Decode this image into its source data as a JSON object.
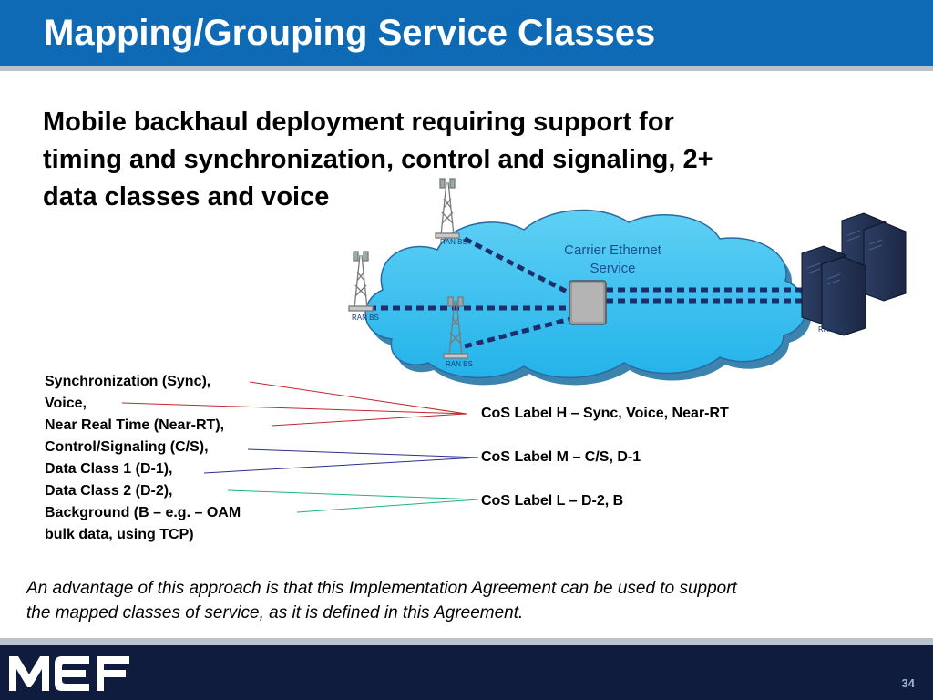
{
  "slide": {
    "title": "Mapping/Grouping Service Classes",
    "heading_lines": [
      "Mobile backhaul deployment requiring support for",
      "timing and synchronization, control and signaling, 2+",
      "data classes and voice"
    ],
    "diagram": {
      "cloud_label_lines": [
        "Carrier Ethernet",
        "Service"
      ],
      "ran_bs_top": "RAN BS",
      "ran_bs_left": "RAN BS",
      "ran_bs_bottom": "RAN BS",
      "ran_nc": "RAN NC"
    },
    "classes": [
      "Synchronization (Sync),",
      "Voice,",
      "Near Real Time (Near-RT),",
      "Control/Signaling (C/S),",
      "Data Class 1 (D-1),",
      "Data Class 2 (D-2),",
      "Background  (B – e.g. – OAM",
      "bulk data, using TCP)"
    ],
    "cos_labels": {
      "high": "CoS Label H – Sync, Voice, Near-RT",
      "medium": "CoS Label M – C/S, D-1",
      "low": "CoS Label L – D-2, B"
    },
    "line_colors": {
      "high": "#c0282d",
      "medium": "#2a2f8f",
      "low": "#1fb37f"
    },
    "footnote_lines": [
      "An advantage of this approach is that this Implementation Agreement can be used to support",
      "the mapped classes of service, as it is defined in this Agreement."
    ],
    "footer": {
      "logo_text": "MEF",
      "page_number": "34"
    }
  }
}
